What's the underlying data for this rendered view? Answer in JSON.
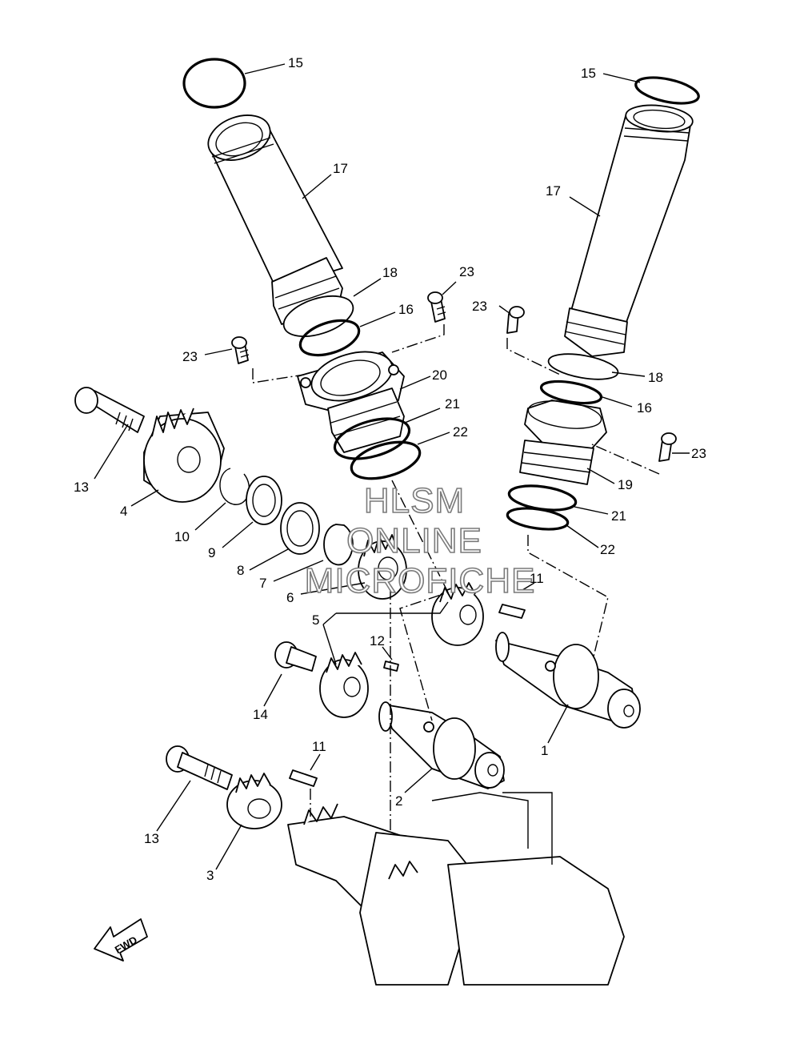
{
  "diagram": {
    "callouts": [
      {
        "key": "c15a",
        "text": "15"
      },
      {
        "key": "c15b",
        "text": "15"
      },
      {
        "key": "c17a",
        "text": "17"
      },
      {
        "key": "c17b",
        "text": "17"
      },
      {
        "key": "c18a",
        "text": "18"
      },
      {
        "key": "c18b",
        "text": "18"
      },
      {
        "key": "c16a",
        "text": "16"
      },
      {
        "key": "c16b",
        "text": "16"
      },
      {
        "key": "c23a",
        "text": "23"
      },
      {
        "key": "c23b",
        "text": "23"
      },
      {
        "key": "c23c",
        "text": "23"
      },
      {
        "key": "c23d",
        "text": "23"
      },
      {
        "key": "c20",
        "text": "20"
      },
      {
        "key": "c21a",
        "text": "21"
      },
      {
        "key": "c21b",
        "text": "21"
      },
      {
        "key": "c22a",
        "text": "22"
      },
      {
        "key": "c22b",
        "text": "22"
      },
      {
        "key": "c19",
        "text": "19"
      },
      {
        "key": "c13a",
        "text": "13"
      },
      {
        "key": "c13b",
        "text": "13"
      },
      {
        "key": "c4",
        "text": "4"
      },
      {
        "key": "c10",
        "text": "10"
      },
      {
        "key": "c9",
        "text": "9"
      },
      {
        "key": "c8",
        "text": "8"
      },
      {
        "key": "c7",
        "text": "7"
      },
      {
        "key": "c6",
        "text": "6"
      },
      {
        "key": "c5",
        "text": "5"
      },
      {
        "key": "c11a",
        "text": "11"
      },
      {
        "key": "c11b",
        "text": "11"
      },
      {
        "key": "c12",
        "text": "12"
      },
      {
        "key": "c14",
        "text": "14"
      },
      {
        "key": "c1",
        "text": "1"
      },
      {
        "key": "c2",
        "text": "2"
      },
      {
        "key": "c3",
        "text": "3"
      }
    ],
    "fwd_arrow_text": "FWD"
  },
  "watermark": {
    "line1": "HLSM",
    "line2": "ONLINE",
    "line3": "MICROFICHE"
  }
}
